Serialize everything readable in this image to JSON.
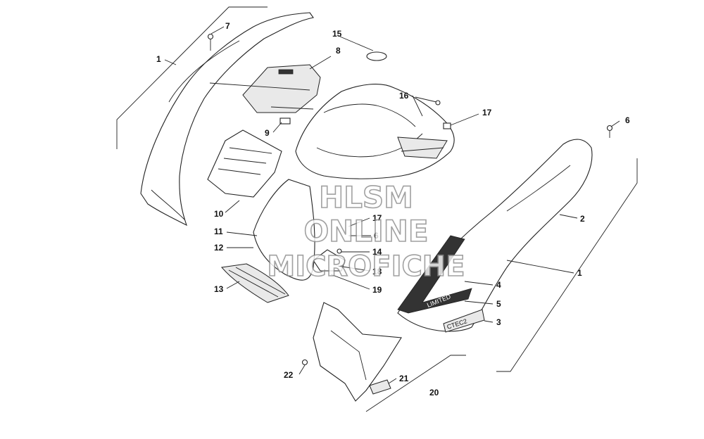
{
  "watermark": {
    "line1": "HLSM",
    "line2": "ONLINE",
    "line3": "MICROFICHE"
  },
  "decal_text": {
    "limited": "LIMITED",
    "ctec": "CTEC2"
  },
  "callouts": [
    {
      "id": "c1a",
      "label": "1"
    },
    {
      "id": "c7",
      "label": "7"
    },
    {
      "id": "c15",
      "label": "15"
    },
    {
      "id": "c8",
      "label": "8"
    },
    {
      "id": "c16",
      "label": "16"
    },
    {
      "id": "c17a",
      "label": "17"
    },
    {
      "id": "c9",
      "label": "9"
    },
    {
      "id": "c6a",
      "label": "6"
    },
    {
      "id": "c2",
      "label": "2"
    },
    {
      "id": "c10",
      "label": "10"
    },
    {
      "id": "c17b",
      "label": "17"
    },
    {
      "id": "c11",
      "label": "11"
    },
    {
      "id": "c6b",
      "label": "6"
    },
    {
      "id": "c12",
      "label": "12"
    },
    {
      "id": "c14",
      "label": "14"
    },
    {
      "id": "c18",
      "label": "18"
    },
    {
      "id": "c1b",
      "label": "1"
    },
    {
      "id": "c13",
      "label": "13"
    },
    {
      "id": "c19",
      "label": "19"
    },
    {
      "id": "c4",
      "label": "4"
    },
    {
      "id": "c5",
      "label": "5"
    },
    {
      "id": "c3",
      "label": "3"
    },
    {
      "id": "c22",
      "label": "22"
    },
    {
      "id": "c21",
      "label": "21"
    },
    {
      "id": "c20",
      "label": "20"
    }
  ]
}
